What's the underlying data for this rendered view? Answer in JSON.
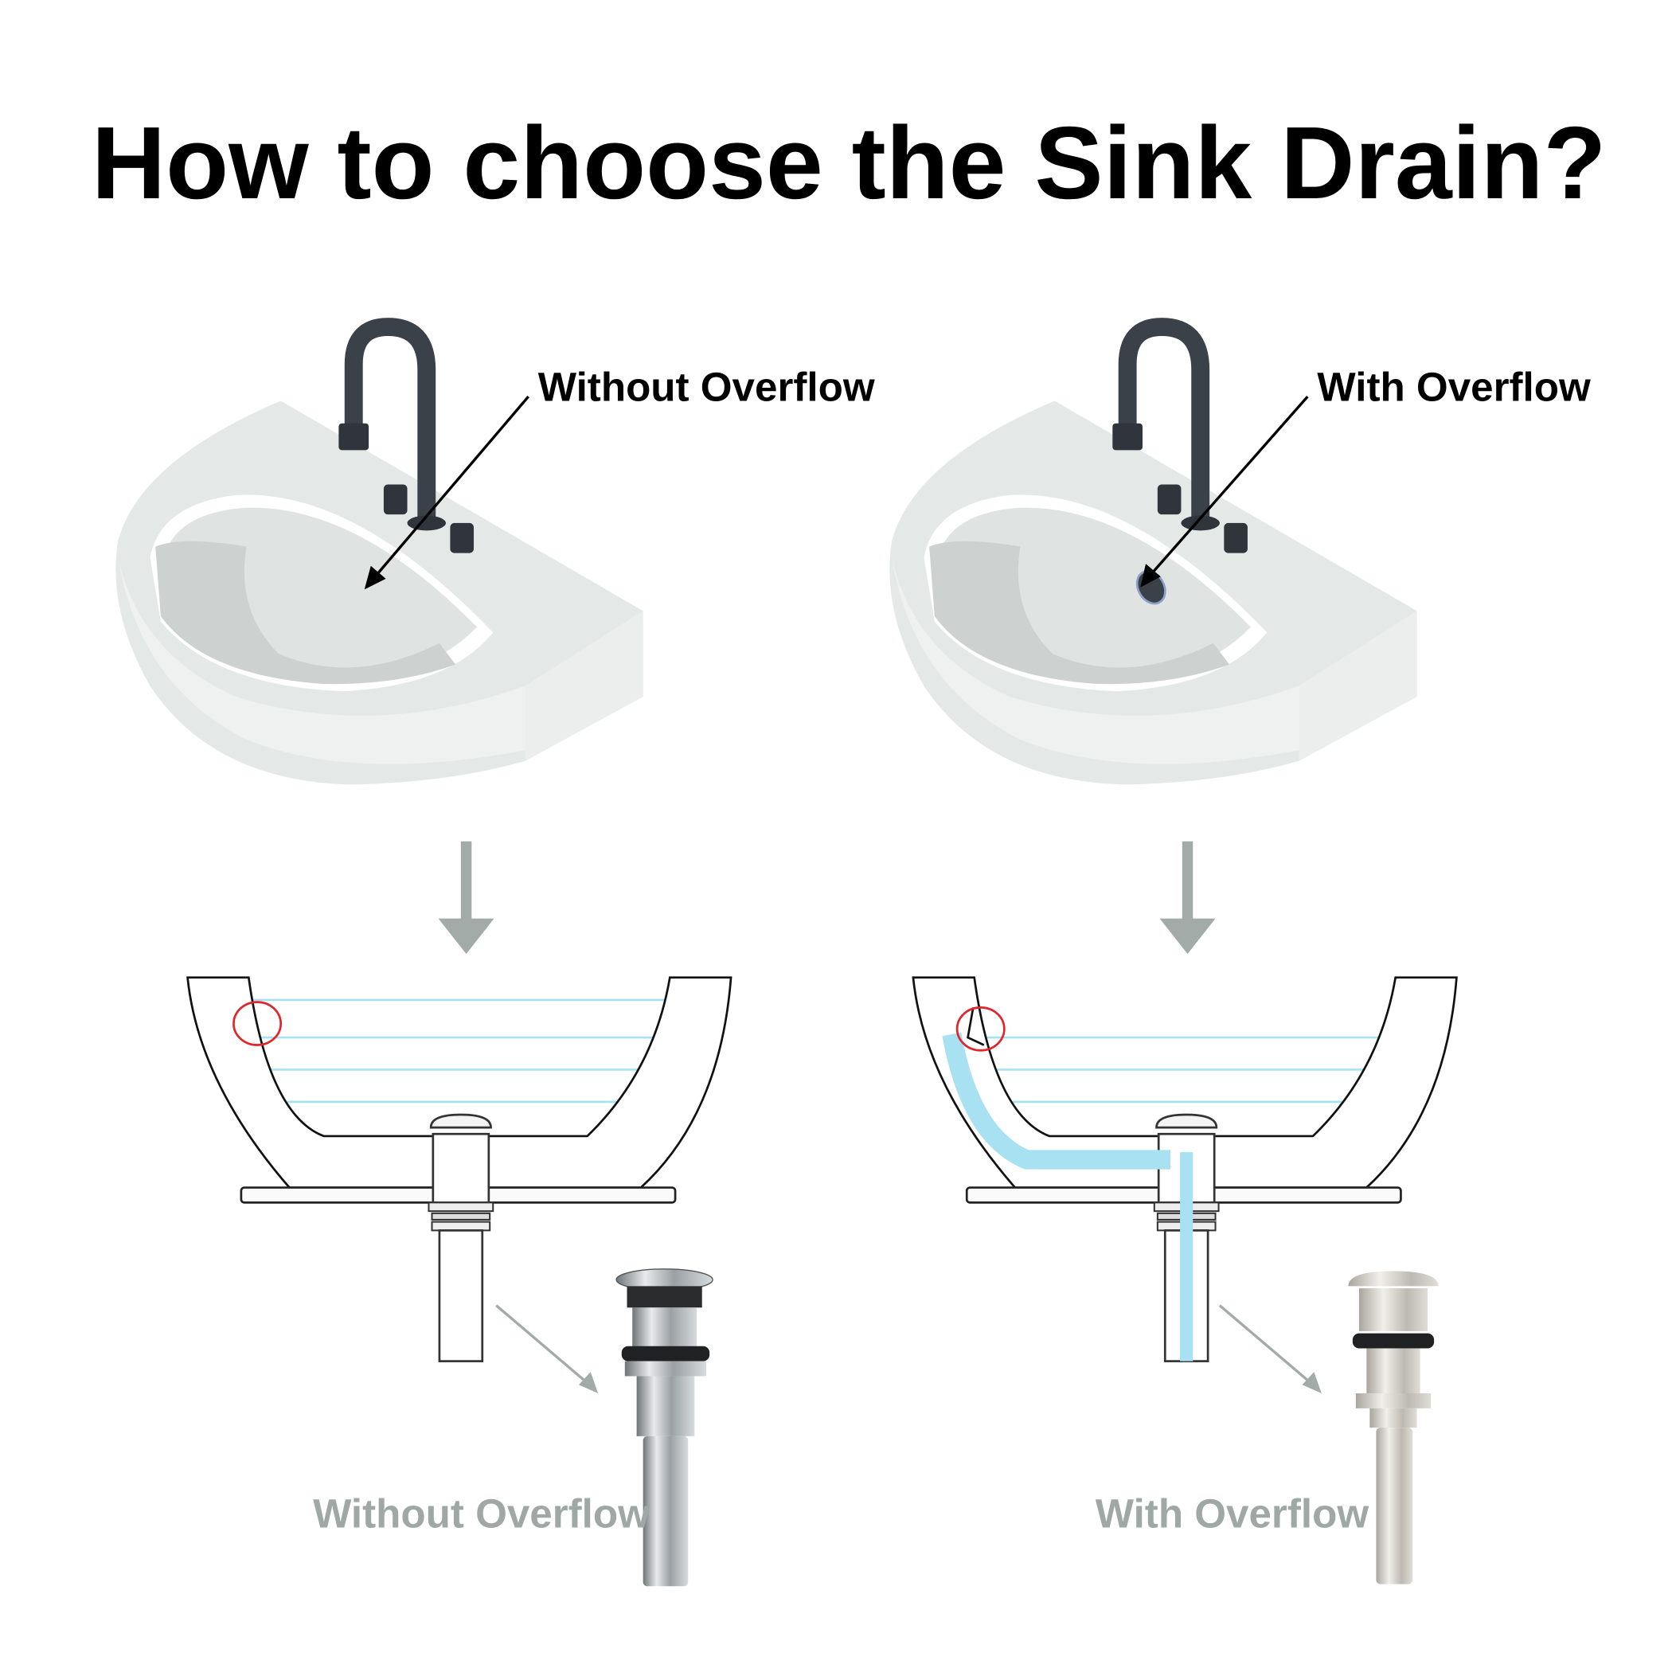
{
  "title": "How to choose the Sink Drain?",
  "left": {
    "callout": "Without Overflow",
    "caption": "Without Overflow"
  },
  "right": {
    "callout": "With Overflow",
    "caption": "With Overflow"
  },
  "colors": {
    "water": "#a8e2f2",
    "arrow": "#a2aba8",
    "highlight": "#e3242b",
    "faucet": "#3b4148",
    "basin": "#e4e9e8"
  }
}
